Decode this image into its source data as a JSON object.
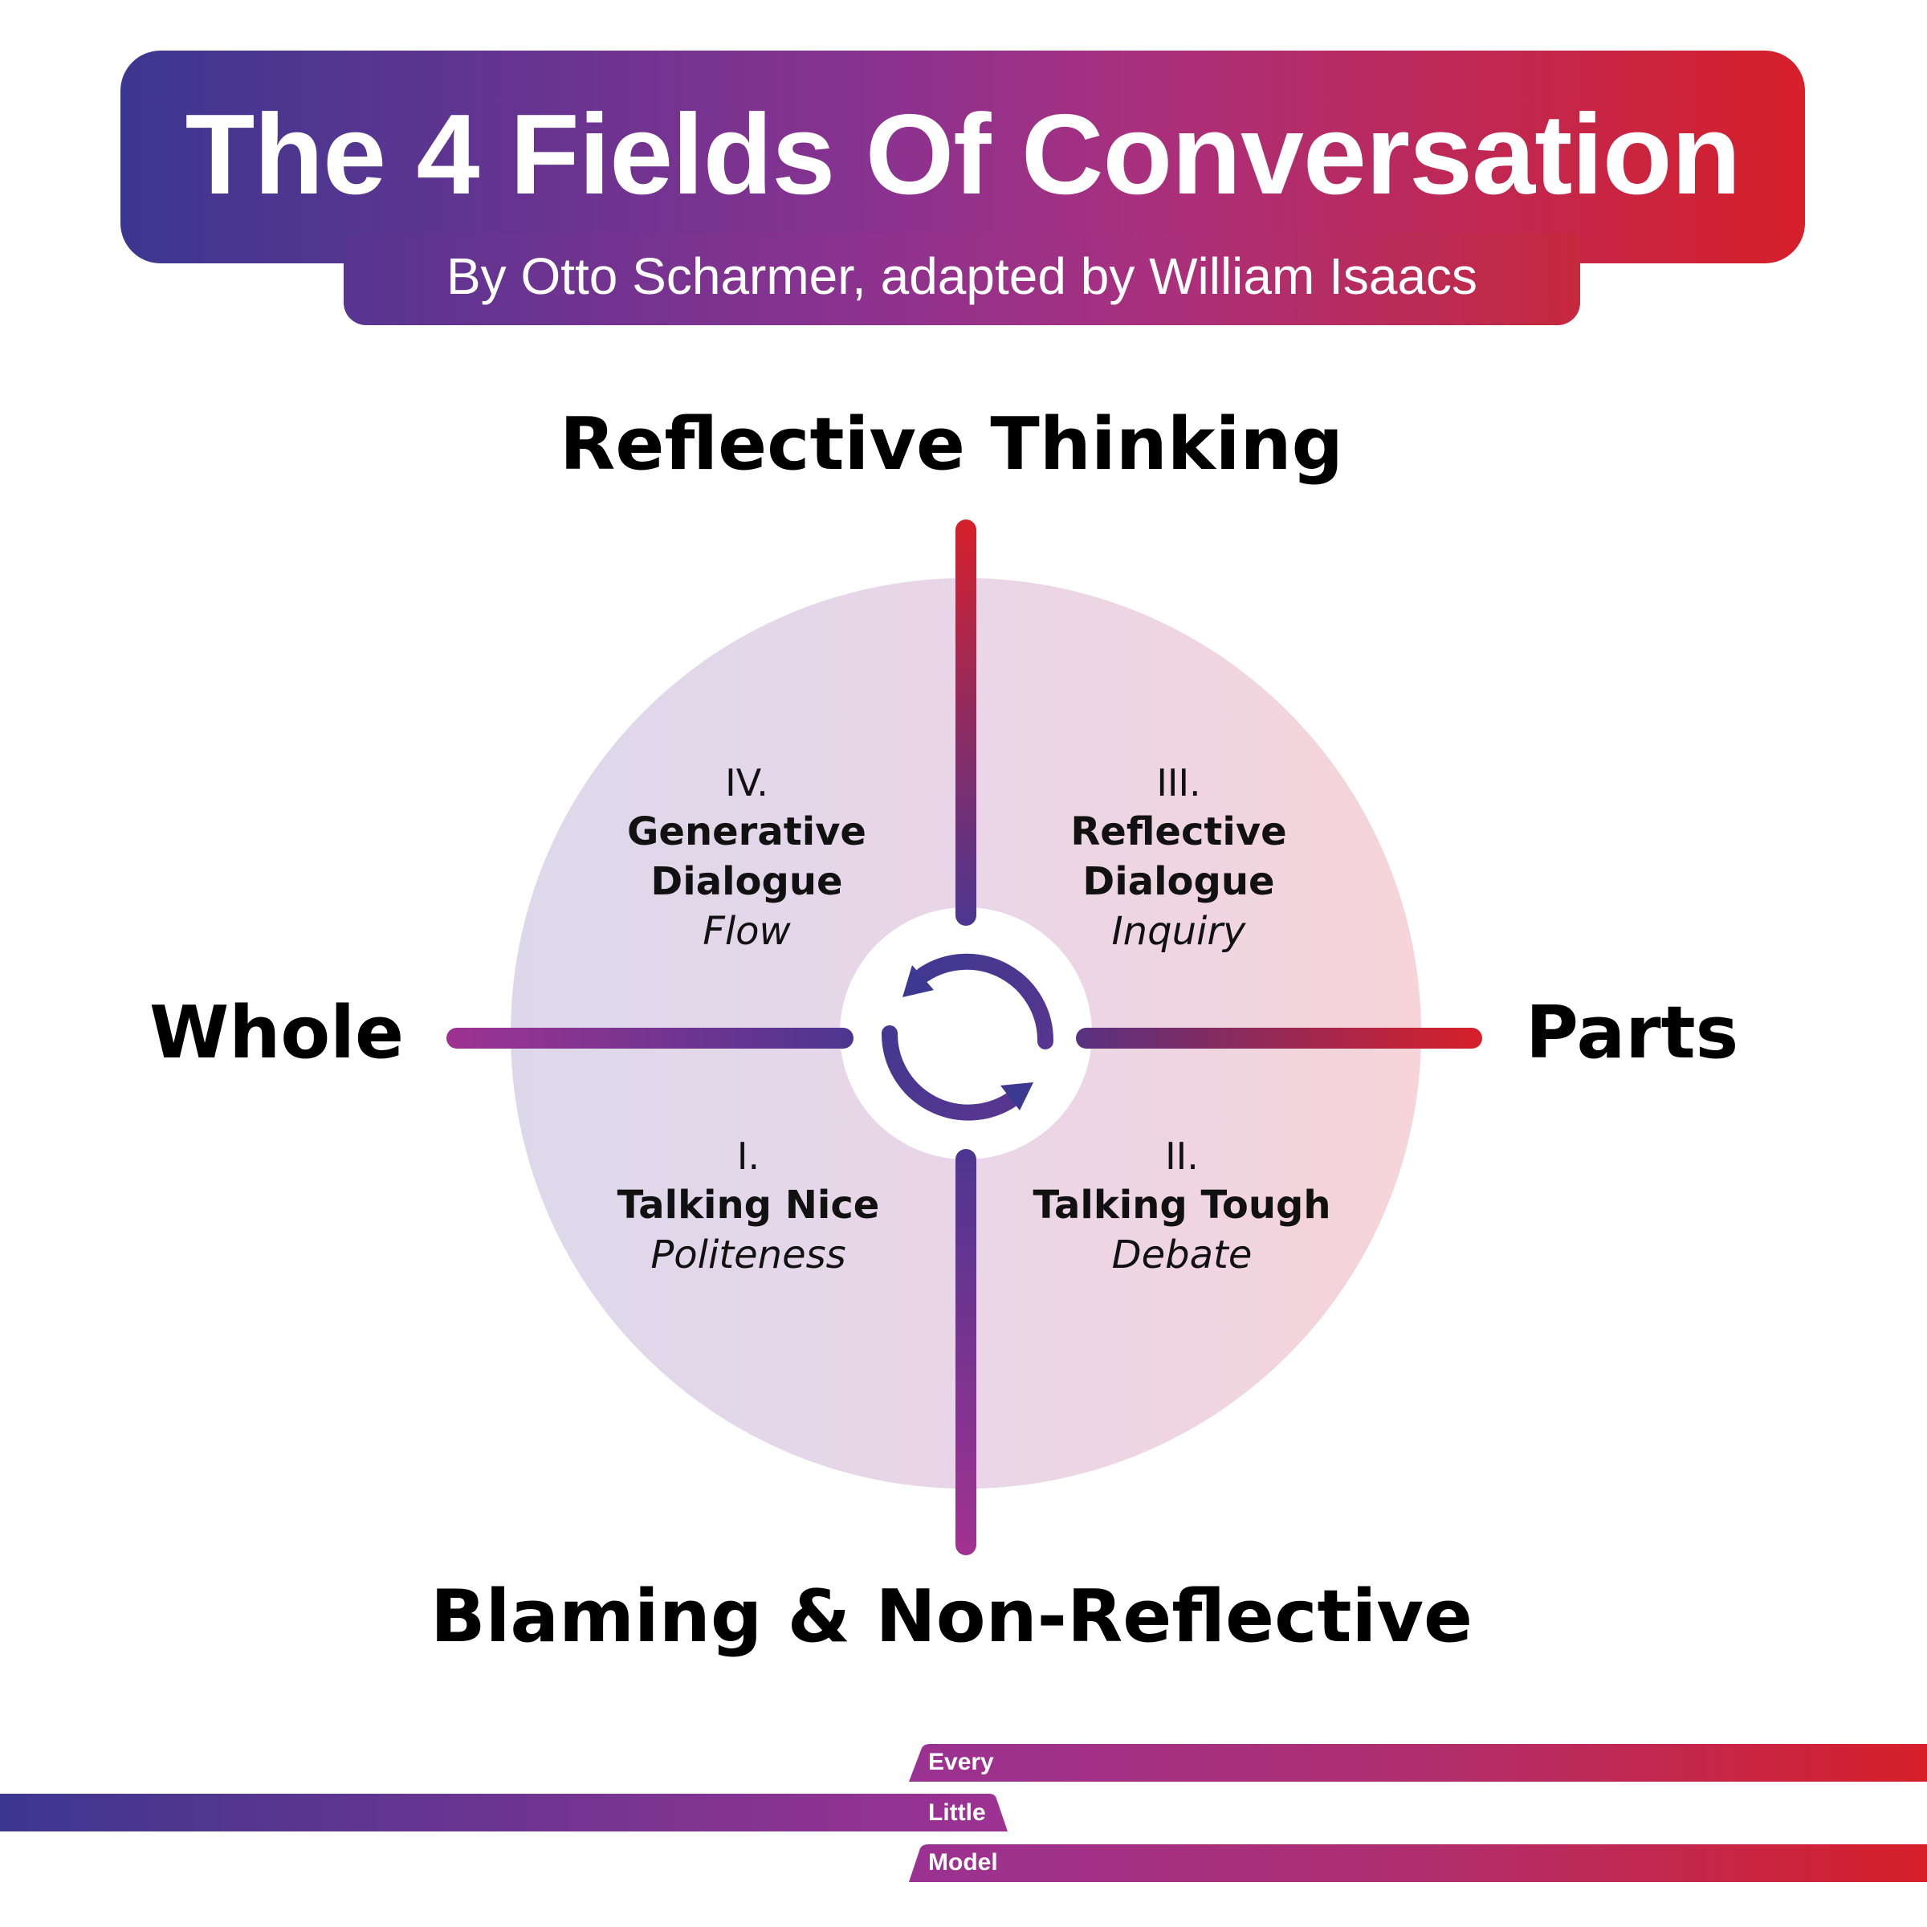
{
  "header": {
    "title": "The 4 Fields Of Conversation",
    "subtitle": "By Otto Scharmer, adapted by William Isaacs"
  },
  "axes": {
    "top": "Reflective Thinking",
    "bottom": "Blaming & Non-Reflective",
    "left": "Whole",
    "right": "Parts"
  },
  "quadrants": [
    {
      "position": "bottom-left",
      "numeral": "I.",
      "name": "Talking Nice",
      "description": "Politeness"
    },
    {
      "position": "bottom-right",
      "numeral": "II.",
      "name": "Talking Tough",
      "description": "Debate"
    },
    {
      "position": "top-right",
      "numeral": "III.",
      "name_lines": [
        "Reflective",
        "Dialogue"
      ],
      "description": "Inquiry"
    },
    {
      "position": "top-left",
      "numeral": "IV.",
      "name_lines": [
        "Generative",
        "Dialogue"
      ],
      "description": "Flow"
    }
  ],
  "center_icon": "cycle-arrows-icon",
  "branding": {
    "words": [
      "Every",
      "Little",
      "Model"
    ]
  },
  "colors": {
    "blue": "#3c3790",
    "purple": "#573591",
    "magenta": "#9b3391",
    "red": "#d6202a",
    "circle_left": "#dcd8ea",
    "circle_right": "#f5d5da"
  }
}
